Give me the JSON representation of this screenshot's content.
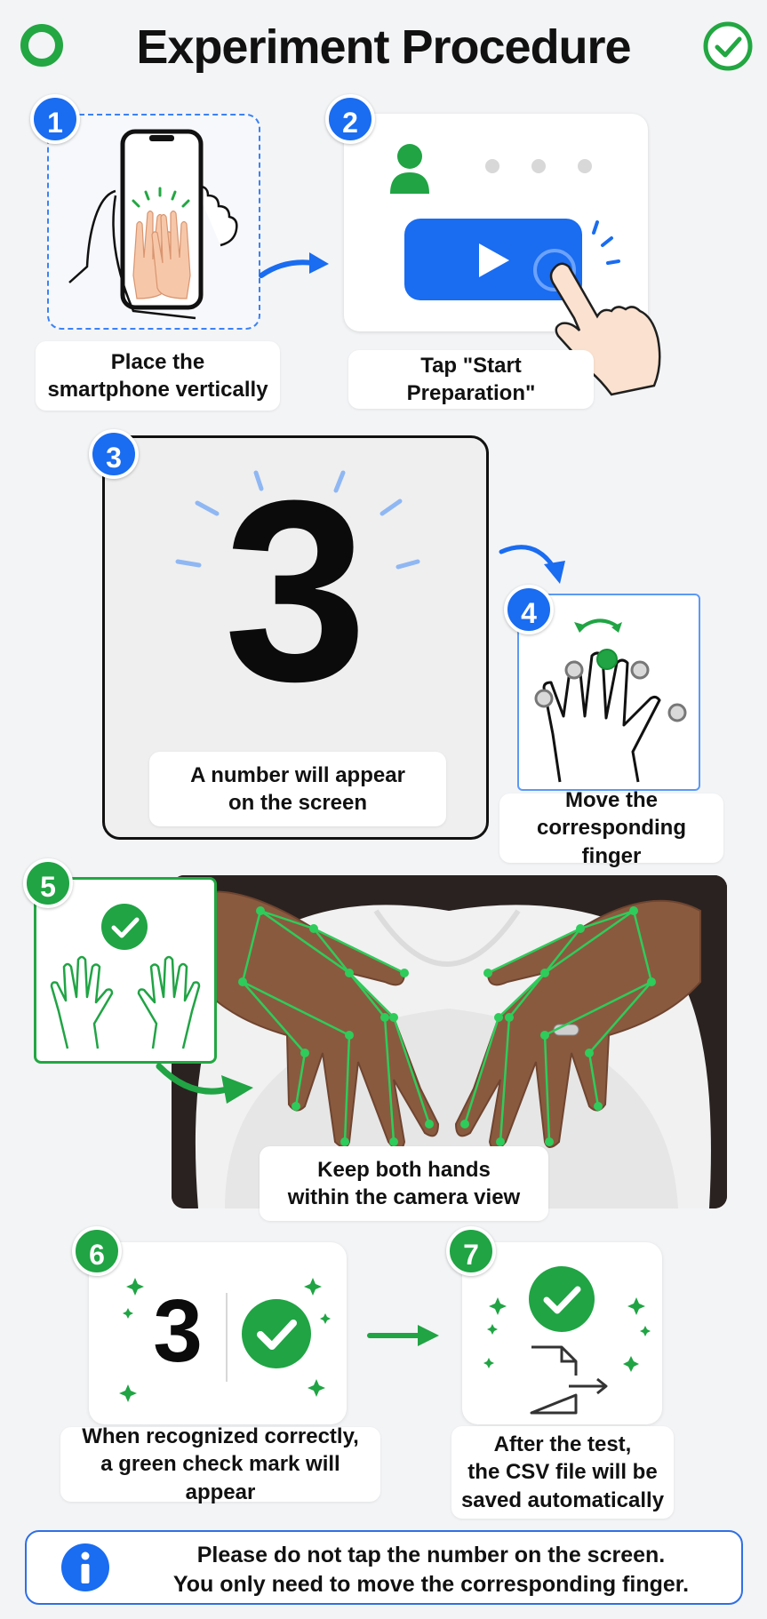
{
  "title": "Experiment Procedure",
  "icons": {
    "top_left": "ring-icon",
    "top_right": "check-circle-icon",
    "info": "info-icon"
  },
  "colors": {
    "primary_blue": "#1a6cf0",
    "success_green": "#20a444",
    "text": "#111111"
  },
  "steps": [
    {
      "number": "1",
      "caption": "Place the\nsmartphone vertically"
    },
    {
      "number": "2",
      "caption": "Tap \"Start Preparation\""
    },
    {
      "number": "3",
      "caption": "A number will appear\non the screen",
      "display_number": "3"
    },
    {
      "number": "4",
      "caption": "Move the\ncorresponding finger"
    },
    {
      "number": "5",
      "caption": "Keep both hands\nwithin the camera view"
    },
    {
      "number": "6",
      "caption": "When recognized correctly,\na green check mark will appear",
      "display_number": "3"
    },
    {
      "number": "7",
      "caption": "After the test,\nthe CSV file will be\nsaved automatically"
    }
  ],
  "notice": "Please do not tap the number on the screen.\nYou only need to move the corresponding finger."
}
